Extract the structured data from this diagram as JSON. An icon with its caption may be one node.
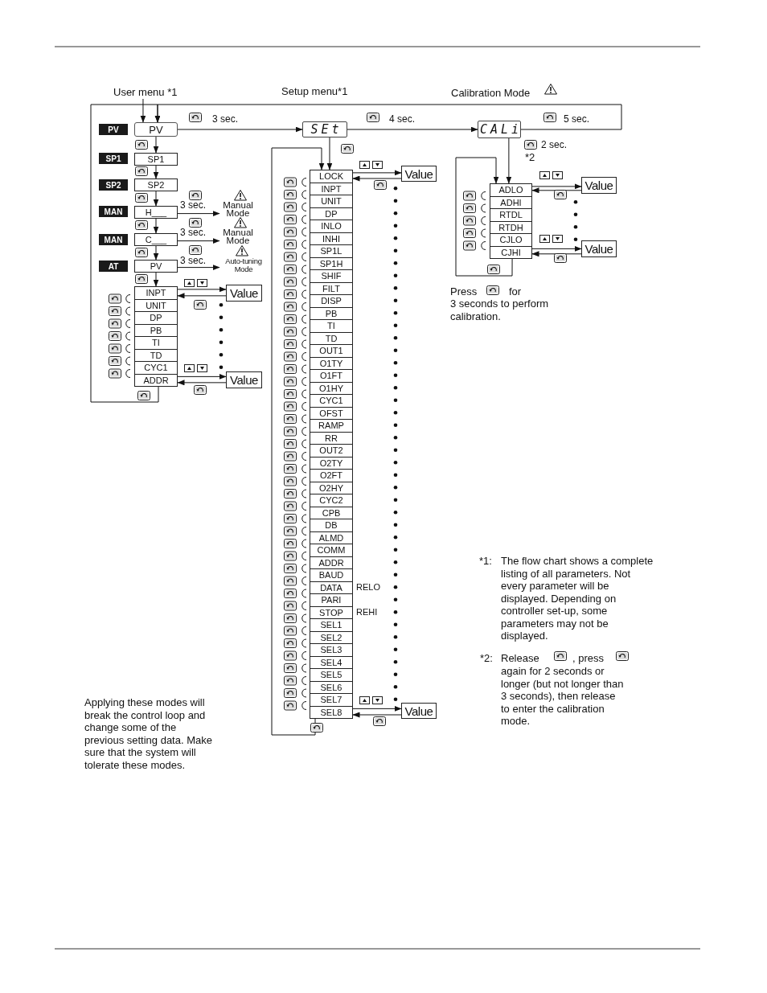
{
  "diagram": {
    "nodes": [
      {
        "text": [
          "User menu *1"
        ]
      },
      {
        "text": [
          "PV"
        ]
      },
      {
        "text": [
          "SEt"
        ]
      },
      {
        "text": [
          "CALi"
        ]
      },
      {
        "text": [
          "PV"
        ]
      },
      {
        "text": [
          "SP1"
        ]
      },
      {
        "text": [
          "SP2"
        ]
      },
      {
        "text": [
          "MAN"
        ]
      },
      {
        "text": [
          "MAN"
        ]
      },
      {
        "text": [
          "AT"
        ]
      },
      {
        "text": [
          "SP1"
        ]
      },
      {
        "text": [
          "SP2"
        ]
      },
      {
        "text": [
          "H___"
        ]
      },
      {
        "text": [
          "C___"
        ]
      },
      {
        "text": [
          "PV"
        ]
      },
      {
        "text": [
          "Manual Mode"
        ]
      },
      {
        "text": [
          "Manual Mode"
        ]
      },
      {
        "text": [
          "Auto-tuning Mode"
        ]
      },
      {
        "text": [
          "INPT"
        ]
      },
      {
        "text": [
          "UNIT"
        ]
      },
      {
        "text": [
          "DP"
        ]
      },
      {
        "text": [
          "PB"
        ]
      },
      {
        "text": [
          "TI"
        ]
      },
      {
        "text": [
          "TD"
        ]
      },
      {
        "text": [
          "CYC1"
        ]
      },
      {
        "text": [
          "ADDR"
        ]
      },
      {
        "text": [
          "Value"
        ]
      },
      {
        "text": [
          "Value"
        ]
      },
      {
        "text": [
          "LOCK"
        ]
      },
      {
        "text": [
          "INPT"
        ]
      },
      {
        "text": [
          "UNIT"
        ]
      },
      {
        "text": [
          "DP"
        ]
      },
      {
        "text": [
          "INLO"
        ]
      },
      {
        "text": [
          "INHI"
        ]
      },
      {
        "text": [
          "SP1L"
        ]
      },
      {
        "text": [
          "SP1H"
        ]
      },
      {
        "text": [
          "SHIF"
        ]
      },
      {
        "text": [
          "FILT"
        ]
      },
      {
        "text": [
          "DISP"
        ]
      },
      {
        "text": [
          "PB"
        ]
      },
      {
        "text": [
          "TI"
        ]
      },
      {
        "text": [
          "TD"
        ]
      },
      {
        "text": [
          "OUT1"
        ]
      },
      {
        "text": [
          "O1TY"
        ]
      },
      {
        "text": [
          "O1FT"
        ]
      },
      {
        "text": [
          "O1HY"
        ]
      },
      {
        "text": [
          "CYC1"
        ]
      },
      {
        "text": [
          "OFST"
        ]
      },
      {
        "text": [
          "RAMP"
        ]
      },
      {
        "text": [
          "RR"
        ]
      },
      {
        "text": [
          "OUT2"
        ]
      },
      {
        "text": [
          "O2TY"
        ]
      },
      {
        "text": [
          "O2FT"
        ]
      },
      {
        "text": [
          "O2HY"
        ]
      },
      {
        "text": [
          "CYC2"
        ]
      },
      {
        "text": [
          "CPB"
        ]
      },
      {
        "text": [
          "DB"
        ]
      },
      {
        "text": [
          "ALMD"
        ]
      },
      {
        "text": [
          "COMM"
        ]
      },
      {
        "text": [
          "ADDR"
        ]
      },
      {
        "text": [
          "BAUD"
        ]
      },
      {
        "text": [
          "DATA"
        ],
        "beside": [
          "RELO"
        ]
      },
      {
        "text": [
          "PARI"
        ]
      },
      {
        "text": [
          "STOP"
        ],
        "beside": [
          "REHI"
        ]
      },
      {
        "text": [
          "SEL1"
        ]
      },
      {
        "text": [
          "SEL2"
        ]
      },
      {
        "text": [
          "SEL3"
        ]
      },
      {
        "text": [
          "SEL4"
        ]
      },
      {
        "text": [
          "SEL5"
        ]
      },
      {
        "text": [
          "SEL6"
        ]
      },
      {
        "text": [
          "SEL7"
        ]
      },
      {
        "text": [
          "SEL8"
        ]
      },
      {
        "text": [
          "Value"
        ]
      },
      {
        "text": [
          "Value"
        ]
      },
      {
        "text": [
          "ADLO"
        ]
      },
      {
        "text": [
          "ADHI"
        ]
      },
      {
        "text": [
          "RTDL"
        ]
      },
      {
        "text": [
          "RTDH"
        ]
      },
      {
        "text": [
          "CJLO"
        ]
      },
      {
        "text": [
          "CJHI"
        ]
      },
      {
        "text": [
          "Value"
        ]
      },
      {
        "text": [
          "Value"
        ]
      }
    ],
    "edges": [
      {
        "from": 0,
        "to": 1,
        "arrow": "to"
      },
      {
        "from": 3,
        "to": 1,
        "arrow": "to",
        "label": "5 sec."
      },
      {
        "from": 1,
        "to": 2,
        "arrow": "to",
        "label": "3 sec."
      },
      {
        "from": 2,
        "to": 3,
        "arrow": "to",
        "label": "4 sec."
      },
      {
        "from": 2,
        "to": 28,
        "arrow": "to"
      },
      {
        "from": 3,
        "to": 74,
        "arrow": "to",
        "label": "2 sec."
      },
      {
        "from": 1,
        "to": 10,
        "arrow": "to"
      },
      {
        "from": 10,
        "to": 11,
        "arrow": "to"
      },
      {
        "from": 11,
        "to": 12,
        "arrow": "to"
      },
      {
        "from": 12,
        "to": 13,
        "arrow": "to"
      },
      {
        "from": 13,
        "to": 14,
        "arrow": "to"
      },
      {
        "from": 14,
        "to": 18,
        "arrow": "to"
      },
      {
        "from": 12,
        "to": 15,
        "arrow": "to",
        "label": "3 sec."
      },
      {
        "from": 13,
        "to": 16,
        "arrow": "to",
        "label": "3 sec."
      },
      {
        "from": 14,
        "to": 17,
        "arrow": "to",
        "label": "3 sec."
      },
      {
        "from": 18,
        "to": 26,
        "arrow": "to"
      },
      {
        "from": 26,
        "to": 18,
        "arrow": "to"
      },
      {
        "from": 25,
        "to": 27,
        "arrow": "to"
      },
      {
        "from": 27,
        "to": 25,
        "arrow": "to"
      },
      {
        "from": 25,
        "to": 1,
        "arrow": "to"
      },
      {
        "from": 28,
        "to": 72,
        "arrow": "to"
      },
      {
        "from": 72,
        "to": 28,
        "arrow": "to"
      },
      {
        "from": 71,
        "to": 73,
        "arrow": "to"
      },
      {
        "from": 73,
        "to": 71,
        "arrow": "to"
      },
      {
        "from": 71,
        "to": 28,
        "arrow": "to"
      },
      {
        "from": 74,
        "to": 80,
        "arrow": "to"
      },
      {
        "from": 80,
        "to": 74,
        "arrow": "to"
      },
      {
        "from": 79,
        "to": 81,
        "arrow": "to"
      },
      {
        "from": 81,
        "to": 79,
        "arrow": "to"
      },
      {
        "from": 79,
        "to": 74,
        "arrow": "to"
      }
    ],
    "labels": [
      "Setup menu*1",
      "Calibration Mode",
      "*2",
      "Press",
      "for",
      "3 seconds to perform calibration.",
      "*1:",
      "The flow chart shows a complete listing of all parameters. Not every parameter will be displayed. Depending on controller set-up, some parameters may not be displayed.",
      "*2:",
      "Release",
      ", press",
      "again for 2 seconds or longer (but not longer than 3 seconds), then release to enter the calibration mode.",
      "Applying these modes will  break the control loop and change some of the previous setting data.  Make sure that the system will tolerate these modes."
    ]
  }
}
